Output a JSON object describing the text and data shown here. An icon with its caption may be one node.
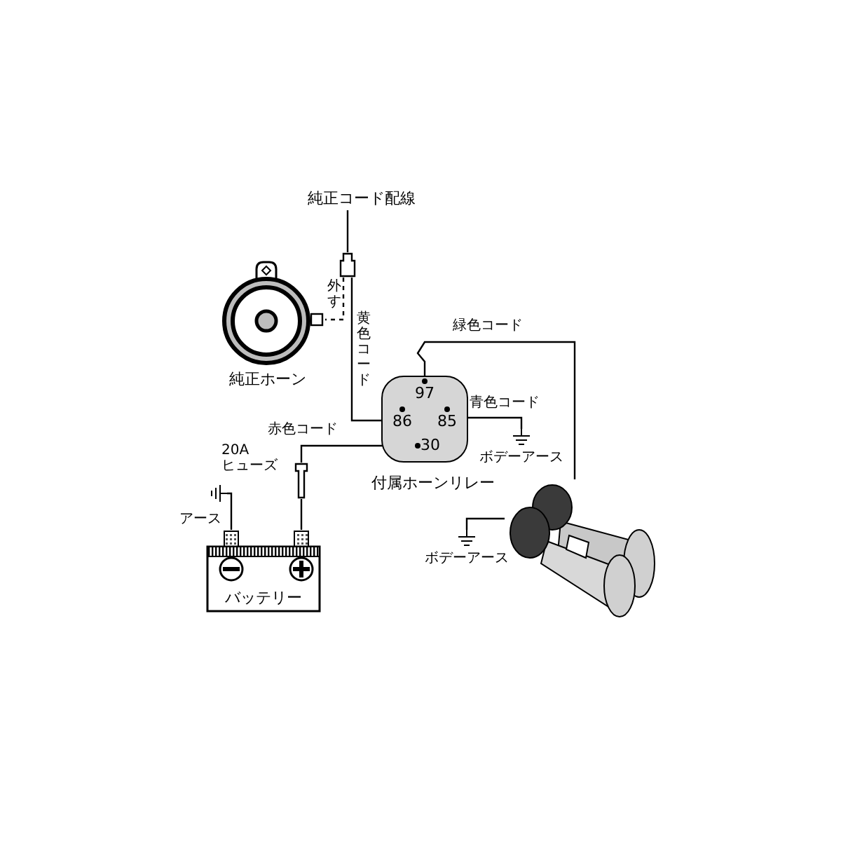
{
  "diagram": {
    "nodes": [
      {
        "text": [
          "純正ホーン"
        ]
      },
      {
        "text": [
          "純正コード配線"
        ]
      },
      {
        "text": [],
        "shape": "box"
      },
      {
        "text": [
          "付属ホーンリレー"
        ]
      },
      {
        "text": [
          "97"
        ],
        "in": 3
      },
      {
        "text": [
          "86"
        ],
        "in": 3
      },
      {
        "text": [
          "85"
        ],
        "in": 3
      },
      {
        "text": [
          "30"
        ],
        "in": 3
      },
      {
        "text": [
          "ボデーアース"
        ]
      },
      {
        "text": [
          "バッテリー"
        ]
      },
      {
        "text": [],
        "shape": "box",
        "beside": [
          "20A ヒューズ"
        ]
      },
      {
        "text": [
          "アース"
        ]
      },
      {
        "text": [],
        "shape": "picture"
      },
      {
        "text": [
          "ボデーアース"
        ]
      }
    ],
    "edges": [
      {
        "from": 1,
        "to": 2,
        "arrow": "none"
      },
      {
        "from": 2,
        "to": 0,
        "arrow": "none",
        "label": "外す",
        "style": "dashed"
      },
      {
        "from": 2,
        "to": 5,
        "arrow": "none",
        "label": "黄色コード"
      },
      {
        "from": 4,
        "to": 12,
        "arrow": "none",
        "label": "緑色コード"
      },
      {
        "from": 6,
        "to": 8,
        "arrow": "none",
        "label": "青色コード"
      },
      {
        "from": 7,
        "to": 10,
        "arrow": "none",
        "label": "赤色コード"
      },
      {
        "from": 10,
        "to": 9,
        "arrow": "none"
      },
      {
        "from": 11,
        "to": 9,
        "arrow": "none"
      },
      {
        "from": 12,
        "to": 13,
        "arrow": "none"
      }
    ]
  }
}
